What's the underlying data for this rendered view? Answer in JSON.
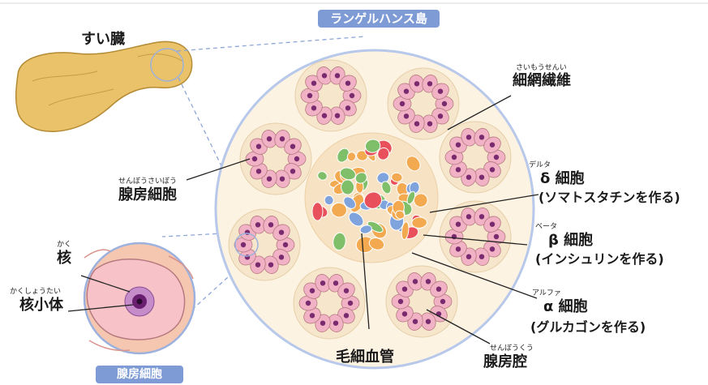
{
  "title": "ランゲルハンス島",
  "labels": {
    "pancreas": "すい臓",
    "reticular_fiber": {
      "ruby": "さいもうせんい",
      "text": "細網繊維"
    },
    "delta": {
      "ruby": "デルタ",
      "text": "δ 細胞",
      "role": "(ソマトスタチンを作る)"
    },
    "acinar_cell": {
      "ruby": "せんぼうさいぼう",
      "text": "腺房細胞"
    },
    "beta": {
      "ruby": "ベータ",
      "text": "β 細胞",
      "role": "(インシュリンを作る)"
    },
    "nucleus": {
      "ruby": "かく",
      "text": "核"
    },
    "nucleolus": {
      "ruby": "かくしょうたい",
      "text": "核小体"
    },
    "alpha": {
      "ruby": "アルファ",
      "text": "α 細胞",
      "role": "(グルカゴンを作る)"
    },
    "capillary": "毛細血管",
    "acinar_lumen": {
      "ruby": "せんぼうくう",
      "text": "腺房腔"
    },
    "inset_title": "腺房細胞"
  },
  "colors": {
    "islet_border": "#b7c8ea",
    "islet_fill": "#fdf3e3",
    "acinar_cell": "#f0b2c4",
    "nucleus": "#7a2a6e",
    "pill": "#7f9bd6",
    "pancreas": "#e9c26a",
    "alpha_cell": "#7fbf6a",
    "beta_cell": "#f3a950",
    "delta_cell": "#7fa3dc",
    "blood": "#e8505b"
  }
}
